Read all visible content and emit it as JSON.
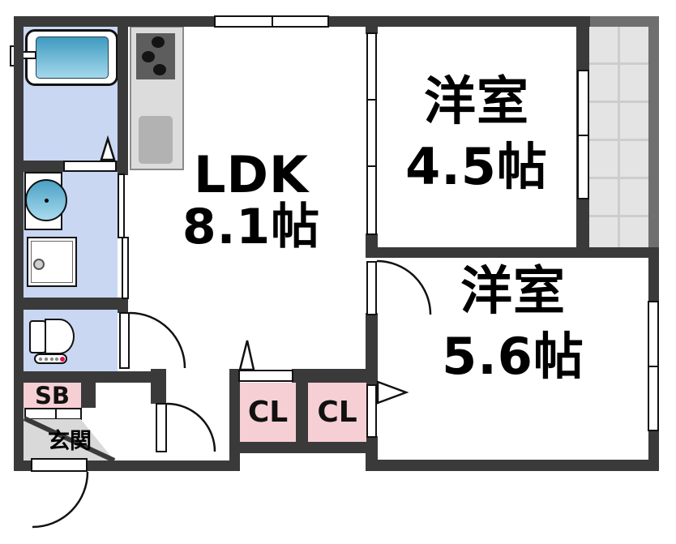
{
  "rooms": {
    "ldk": {
      "name": "LDK",
      "size": "8.1帖"
    },
    "bedroom_upper": {
      "name": "洋室",
      "size": "4.5帖"
    },
    "bedroom_lower": {
      "name": "洋室",
      "size": "5.6帖"
    }
  },
  "labels": {
    "closet_left": "CL",
    "closet_right": "CL",
    "shoe_box": "SB",
    "entrance": "玄関"
  },
  "fixtures": [
    "bathtub",
    "bath-faucet",
    "kitchen-stove",
    "kitchen-sink",
    "wash-basin",
    "laundry-pan",
    "toilet",
    "balcony"
  ],
  "colors": {
    "wall": "#3a3a3a",
    "wet_area_floor": "#c9d7f3",
    "closet_fill": "#f6cfd4",
    "balcony_tile": "#e4e4e4",
    "balcony_rail": "#6f6f6f",
    "kitchen_counter": "#dcdcdc",
    "stove": "#5d5d5d",
    "tub_water_top": "#3f9ac0",
    "tub_water_bottom": "#a5d8ec",
    "entrance_step": "#d9d9d9",
    "toilet_button_red": "#e0144f"
  }
}
